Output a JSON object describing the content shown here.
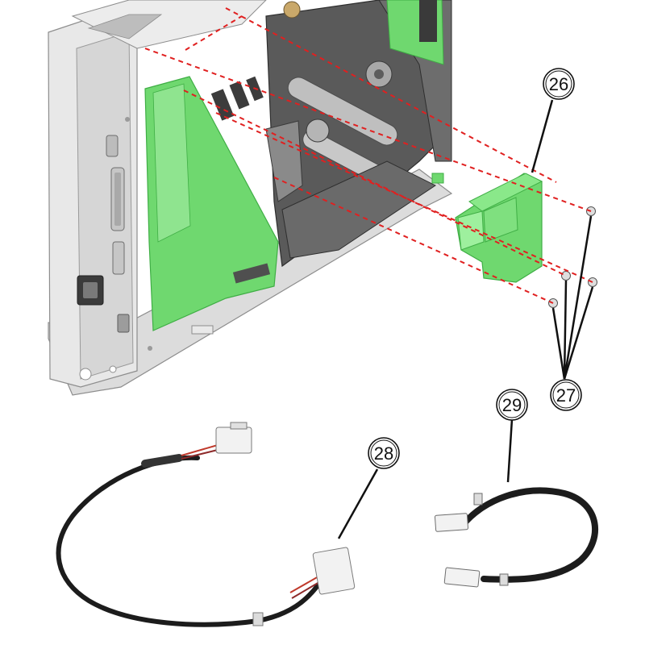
{
  "callouts": [
    {
      "id": "c26",
      "label": "26"
    },
    {
      "id": "c27",
      "label": "27"
    },
    {
      "id": "c28",
      "label": "28"
    },
    {
      "id": "c29",
      "label": "29"
    }
  ],
  "colors": {
    "pcb_green": "#6fd86f",
    "pcb_green_dark": "#3fae45",
    "chassis_gray": "#e4e4e4",
    "chassis_edge": "#9a9a9a",
    "mechanism_dark": "#4a4a4a",
    "dashed_red": "#e02020",
    "cable_black": "#1c1c1c",
    "connector_white": "#f2f2f2"
  }
}
